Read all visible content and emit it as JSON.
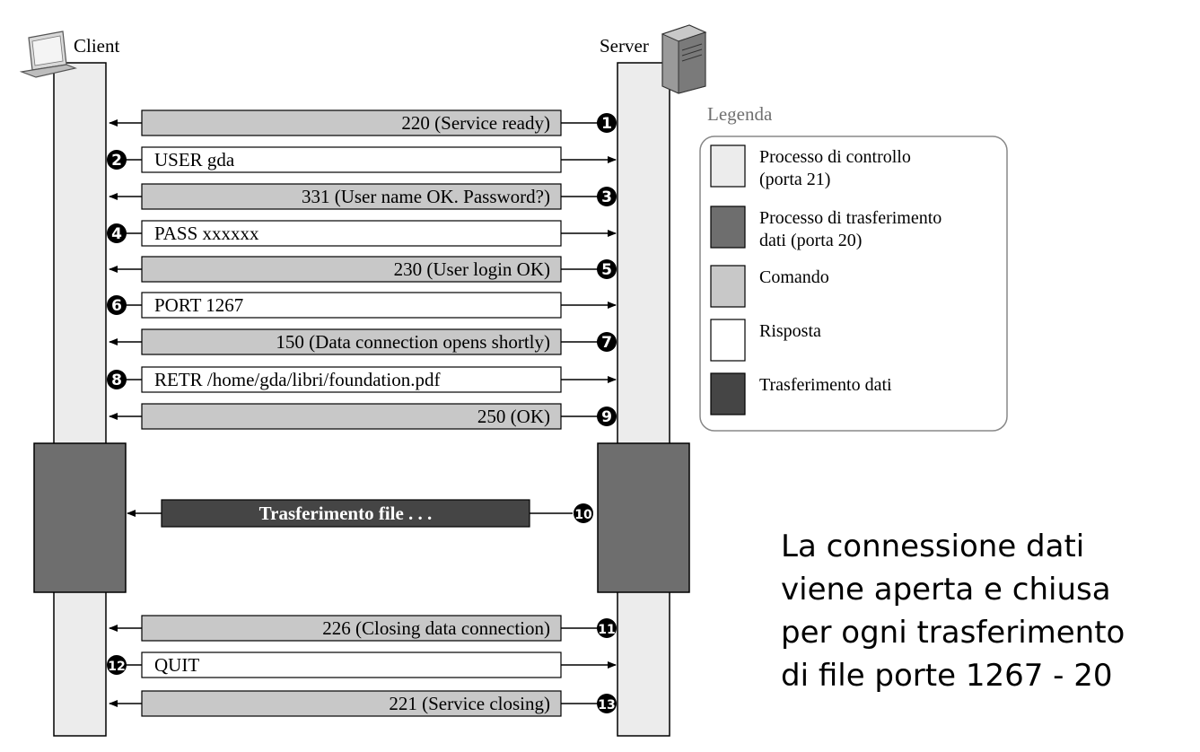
{
  "actors": {
    "client": "Client",
    "server": "Server"
  },
  "messages": [
    {
      "num": "1",
      "text": "220 (Service ready)",
      "kind": "response"
    },
    {
      "num": "2",
      "text": "USER gda",
      "kind": "command"
    },
    {
      "num": "3",
      "text": "331 (User name OK. Password?)",
      "kind": "response"
    },
    {
      "num": "4",
      "text": "PASS xxxxxx",
      "kind": "command"
    },
    {
      "num": "5",
      "text": "230 (User login OK)",
      "kind": "response"
    },
    {
      "num": "6",
      "text": "PORT 1267",
      "kind": "command"
    },
    {
      "num": "7",
      "text": "150 (Data connection opens shortly)",
      "kind": "response"
    },
    {
      "num": "8",
      "text": "RETR /home/gda/libri/foundation.pdf",
      "kind": "command"
    },
    {
      "num": "9",
      "text": "250 (OK)",
      "kind": "response"
    },
    {
      "num": "10",
      "text": "Trasferimento file . . .",
      "kind": "transfer"
    },
    {
      "num": "11",
      "text": "226 (Closing data connection)",
      "kind": "response"
    },
    {
      "num": "12",
      "text": "QUIT",
      "kind": "command"
    },
    {
      "num": "13",
      "text": "221 (Service closing)",
      "kind": "response"
    }
  ],
  "legend": {
    "title": "Legenda",
    "items": [
      {
        "lines": [
          "Processo di controllo",
          "(porta 21)"
        ],
        "color": "#ececec"
      },
      {
        "lines": [
          "Processo di trasferimento",
          "dati (porta 20)"
        ],
        "color": "#6e6e6e"
      },
      {
        "lines": [
          "Comando"
        ],
        "color": "#c8c8c8"
      },
      {
        "lines": [
          "Risposta"
        ],
        "color": "#ffffff"
      },
      {
        "lines": [
          "Trasferimento dati"
        ],
        "color": "#454545"
      }
    ]
  },
  "note": [
    "La connessione dati",
    "viene aperta e chiusa",
    "per ogni trasferimento",
    "di file porte 1267 - 20"
  ],
  "colors": {
    "control_process": "#ececec",
    "data_process": "#6e6e6e",
    "command": "#c8c8c8",
    "response": "#ffffff",
    "data_transfer": "#454545"
  }
}
